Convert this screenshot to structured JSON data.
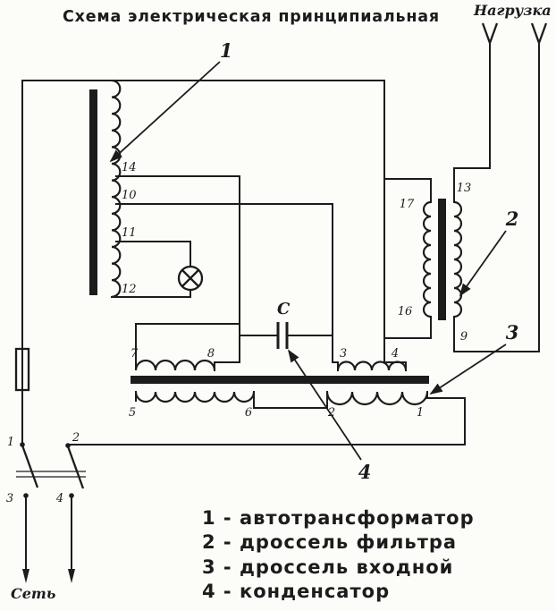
{
  "title": "Схема электрическая принципиальная",
  "colors": {
    "ink": "#1c1c1c",
    "paper": "#fcfcf9"
  },
  "schematic": {
    "load_label": "Нагрузка",
    "mains_label": "Сеть",
    "capacitor_label": "С",
    "callouts": {
      "autotransformer": "1",
      "filter_choke": "2",
      "input_choke": "3",
      "capacitor": "4"
    },
    "autotransformer": {
      "taps": [
        "14",
        "10",
        "11",
        "12"
      ]
    },
    "filter_choke": {
      "terminals": {
        "top_left": "17",
        "top_right": "13",
        "bottom_left": "16",
        "bottom_right": "9"
      }
    },
    "input_choke": {
      "terminals": {
        "top_left": [
          "7",
          "8"
        ],
        "top_right": [
          "3",
          "4"
        ],
        "bottom_left": [
          "5",
          "6"
        ],
        "bottom_right": [
          "2",
          "1"
        ]
      }
    },
    "switch": {
      "terminals": [
        "1",
        "2",
        "3",
        "4"
      ]
    }
  },
  "legend": {
    "items": [
      "1 - автотрансформатор",
      "2 - дроссель фильтра",
      "3 - дроссель входной",
      "4 - конденсатор"
    ]
  }
}
